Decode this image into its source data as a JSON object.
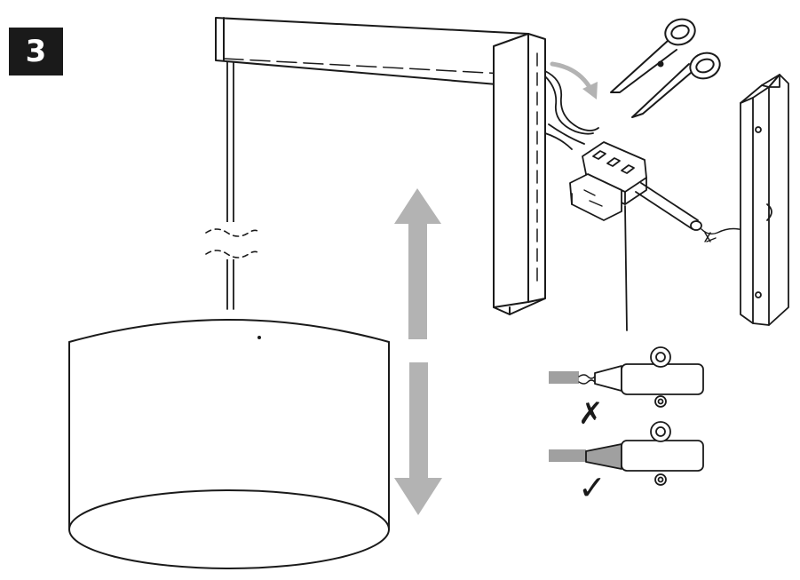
{
  "step": {
    "number": "3"
  },
  "cable_end_examples": {
    "wrong": {
      "mark": "✗",
      "meaning": "incorrect"
    },
    "right": {
      "mark": "✓",
      "meaning": "correct"
    }
  },
  "colors": {
    "line": "#1a1a1a",
    "arrow_gray": "#b3b3b3",
    "badge": "#1a1a1a",
    "cable_gray": "#a0a0a0"
  },
  "icons": [
    "scissors-icon",
    "up-down-arrow-icon",
    "curved-arrow-icon",
    "cross-icon",
    "check-icon"
  ]
}
